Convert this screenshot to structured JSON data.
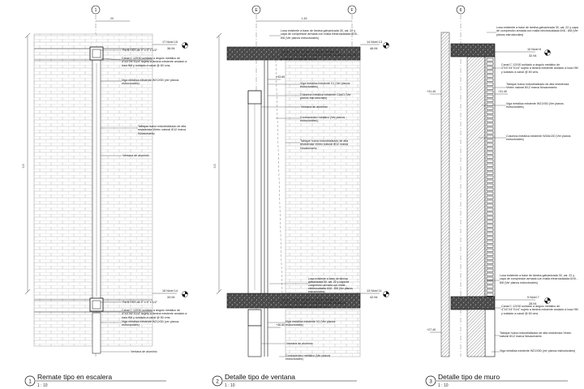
{
  "details": [
    {
      "number": "1",
      "title": "Remate tipo en escalera",
      "scale": "1 : 10",
      "axis": "1",
      "dim_top": "20",
      "dim_height": "3.5",
      "levels": [
        {
          "name": "17 Nivel 15",
          "value": "36.94"
        },
        {
          "name": "16 Nivel 14",
          "value": "33.94"
        }
      ],
      "notes": [
        "Perfil HSS de 4\" x 4\" x 1/2\"",
        "Canal C 12X30 soldado a ángulo metálico de 4\"X4\"X4\"X1/4\" sujeto a lámina existente anclado a losa HM y soldado a canal @ 60 cms.",
        "Viga metálica existente W21X50 (ver planos estructurales)",
        "Tabique hueco industrializado de alta resistencia Vintec natural 8/12 marca Novaceramic",
        "Ventana de aluminio",
        "Perfil HSS de 4\" x 4\" x 1/2\"",
        "Canal C 12X30 soldado a ángulo metálico de 4\"X4\"X4\"X1/4\" sujeto a lámina existente anclado a losa HM y soldado a canal @ 60 cms.",
        "Viga metálica existente W21X50 (ver planos estructurales)",
        "Ventana de aluminio"
      ]
    },
    {
      "number": "2",
      "title": "Detalle tipo de ventana",
      "scale": "1 : 10",
      "axis_left": "E",
      "axis_right": "F",
      "dim_top": "1.45",
      "dim_height": "3.5",
      "levels": [
        {
          "name": "14 Nivel 13",
          "value": "46.94"
        },
        {
          "name": "13 Nivel 11",
          "value": "42.94"
        }
      ],
      "markers": [
        "+43.60",
        "+46.60"
      ],
      "notes": [
        "Losa existente a base de lámina galvanizada 30, cal. 22 y capa de compresión armada con malla electrosoldada 6X6 - 8/8 (Ver planos estructurales)",
        "Canal C 12X30 soldado a ángulo metálico de 4\"X4\"X4\"X1/4\" sujeto a lámina existente anclado a losa HM y soldado a canal @ 60 cms.",
        "Viga metálica existente V1 (Ver planos estructurales)",
        "Columna metálica existente CA4/1 (Ver planos estructurales)",
        "Ventana de aluminio",
        "Contraventeo metálico (Ver planos estructurales)",
        "Tabique hueco industrializado de alta resistencia Vintec natural 8/12 marca Novaceramic",
        "Losa existente a base de lámina galvanizada 30, cal. 22 y capa de compresión armada con malla electrosoldada 6X6 - 8/8 (Ver planos estructurales)",
        "Canal C 12X30 soldado a ángulo metálico de 4\"X4\"X4\"X1/4\" sujeto a lámina existente anclado a losa HM y soldado a canal @ 60 cms.",
        "Viga metálica existente V1 (Ver planos estructurales)",
        "Ventana de aluminio",
        "Contraventeo metálico (Ver planos estructurales)"
      ]
    },
    {
      "number": "3",
      "title": "Detalle tipo de muro",
      "scale": "1 : 10",
      "axis": "6",
      "levels": [
        {
          "name": "10 Nivel 8",
          "value": "32.94"
        },
        {
          "name": "9 Nivel 7",
          "value": "28.94"
        }
      ],
      "markers": [
        "+31.40",
        "+31.40",
        "+27.40"
      ],
      "notes": [
        "Losa existente a base de lámina galvanizada 30, cal. 22 y capa de compresión armada con malla electrosoldada 6X6 - 8/8 (Ver planos estructurales)",
        "Canal C 12X30 soldado a ángulo metálico de 4\"X4\"X4\"X1/4\" sujeto a lámina existente anclado a losa HM y soldado a canal @ 60 cms.",
        "Tabique hueco industrializado de alta resistencia Vintec natural 8/12 marca Novaceramic",
        "Viga metálica existente W21X50 (Ver planos estructurales)",
        "Columna metálica existente W18x130 (Ver planos estructurales)",
        "Losa existente a base de lámina galvanizada 30, cal. 22 y capa de compresión armada con malla electrosoldada 6X6 - 8/8 (Ver planos estructurales)",
        "Canal C 12X30 soldado a ángulo metálico de 4\"X4\"X4\"X1/4\" sujeto a lámina existente anclado a losa HM y soldado a canal @ 60 cms.",
        "Tabique hueco industrializado de alta resistencia Vintec natural 8/12 marca Novaceramic",
        "Viga metálica existente W21X50 (ver planos estructurales)"
      ]
    }
  ]
}
